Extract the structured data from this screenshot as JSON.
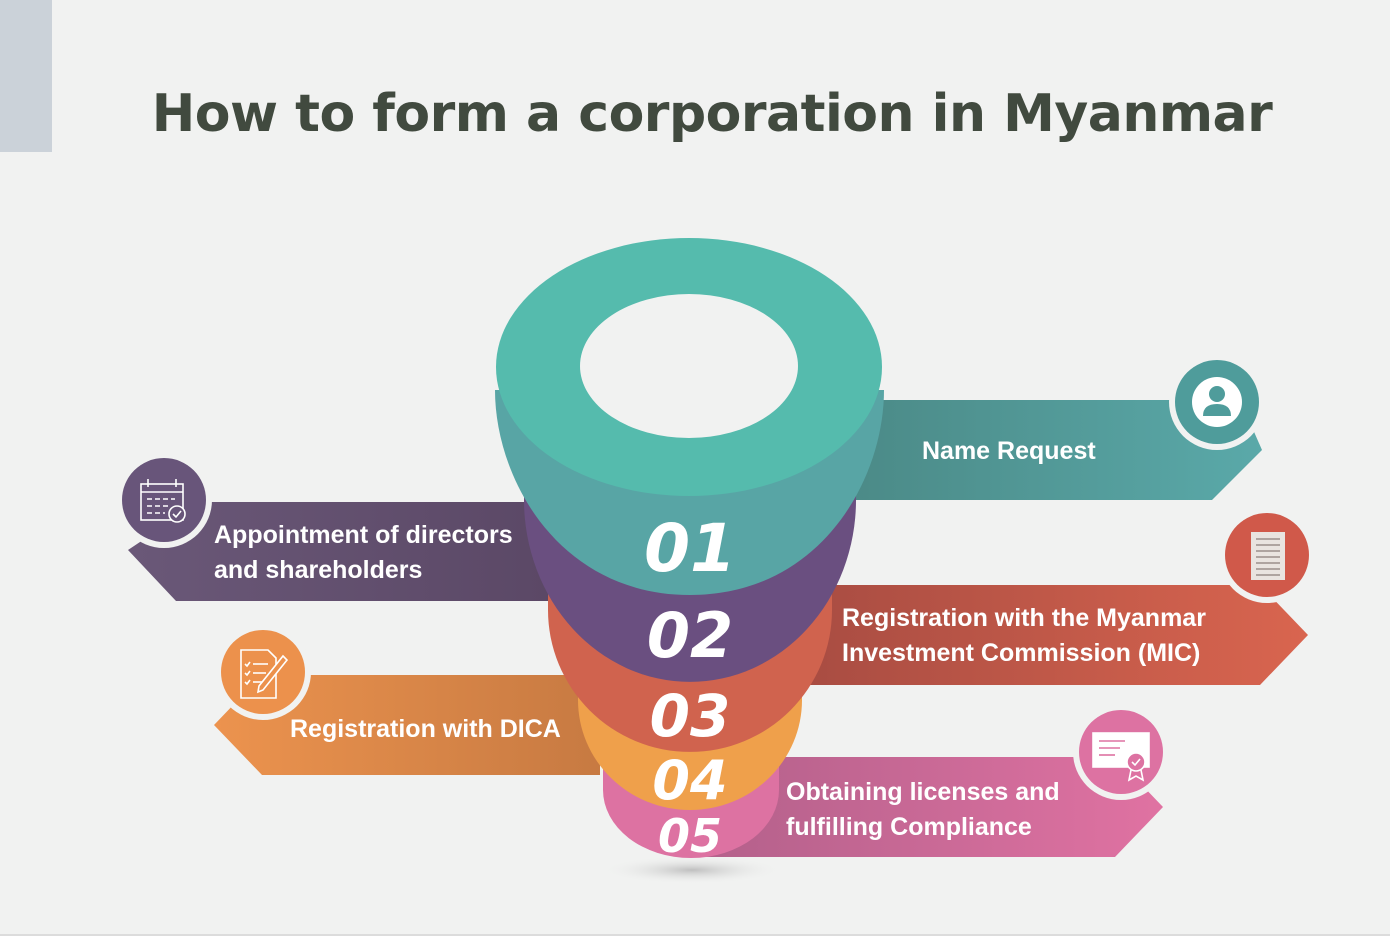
{
  "title": "How to form a corporation in Myanmar",
  "steps": [
    {
      "number": "01",
      "label_lines": [
        "Name Request"
      ],
      "color": "#55bbad",
      "icon": "user-icon"
    },
    {
      "number": "02",
      "label_lines": [
        "Appointment of directors",
        "and shareholders"
      ],
      "color": "#6a4f80",
      "icon": "calendar-check-icon"
    },
    {
      "number": "03",
      "label_lines": [
        "Registration with the Myanmar",
        "Investment Commission (MIC)"
      ],
      "color": "#d0634e",
      "icon": "document-icon"
    },
    {
      "number": "04",
      "label_lines": [
        "Registration with DICA"
      ],
      "color": "#efa04b",
      "icon": "checklist-pen-icon"
    },
    {
      "number": "05",
      "label_lines": [
        "Obtaining licenses and",
        "fulfilling Compliance"
      ],
      "color": "#dd72a2",
      "icon": "certificate-icon"
    }
  ]
}
